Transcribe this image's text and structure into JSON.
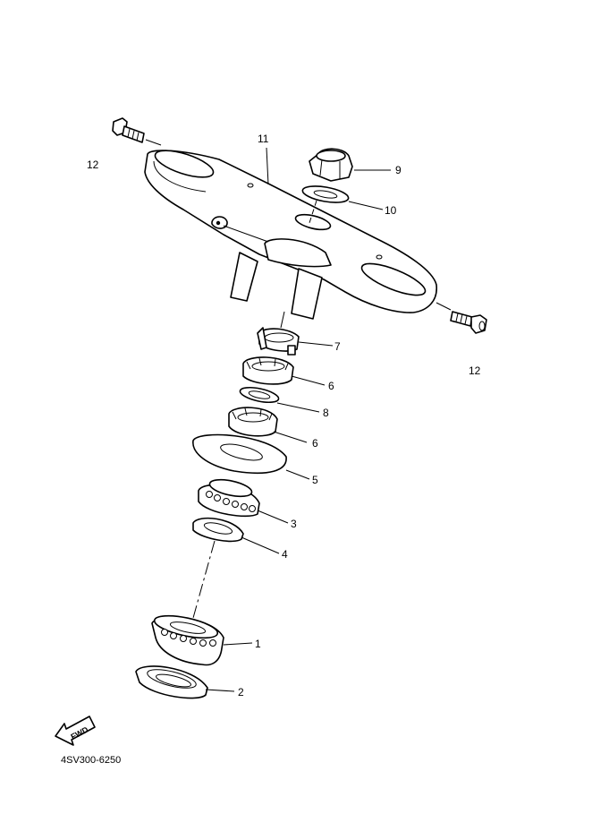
{
  "diagram": {
    "callouts": [
      {
        "id": "callout-11",
        "label": "11"
      },
      {
        "id": "callout-9",
        "label": "9"
      },
      {
        "id": "callout-10",
        "label": "10"
      },
      {
        "id": "callout-12-top",
        "label": "12"
      },
      {
        "id": "callout-12-right",
        "label": "12"
      },
      {
        "id": "callout-7",
        "label": "7"
      },
      {
        "id": "callout-6-upper",
        "label": "6"
      },
      {
        "id": "callout-8",
        "label": "8"
      },
      {
        "id": "callout-6-lower",
        "label": "6"
      },
      {
        "id": "callout-5",
        "label": "5"
      },
      {
        "id": "callout-3",
        "label": "3"
      },
      {
        "id": "callout-4",
        "label": "4"
      },
      {
        "id": "callout-1",
        "label": "1"
      },
      {
        "id": "callout-2",
        "label": "2"
      }
    ],
    "fwd_label": "FWD",
    "drawing_code": "4SV300-6250"
  }
}
